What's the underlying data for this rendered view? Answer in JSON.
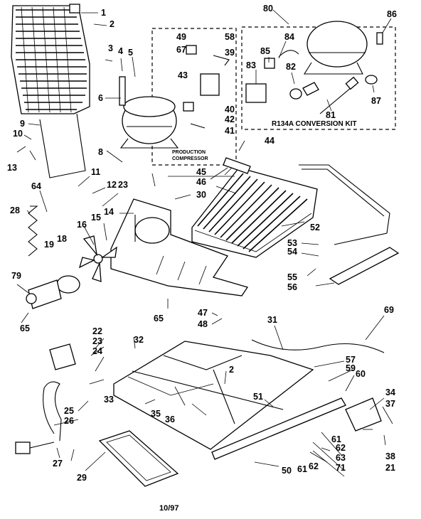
{
  "diagram": {
    "callouts": [
      "1",
      "2",
      "3",
      "4",
      "5",
      "6",
      "8",
      "9",
      "10",
      "11",
      "12",
      "13",
      "14",
      "15",
      "16",
      "18",
      "19",
      "2",
      "21",
      "22",
      "23",
      "23",
      "24",
      "25",
      "26",
      "27",
      "28",
      "29",
      "30",
      "31",
      "32",
      "33",
      "34",
      "35",
      "36",
      "37",
      "38",
      "39",
      "40",
      "41",
      "42",
      "43",
      "44",
      "45",
      "46",
      "47",
      "48",
      "49",
      "50",
      "51",
      "52",
      "53",
      "54",
      "55",
      "56",
      "57",
      "58",
      "59",
      "60",
      "61",
      "61",
      "62",
      "62",
      "63",
      "64",
      "65",
      "65",
      "67",
      "69",
      "71",
      "79",
      "80",
      "81",
      "82",
      "83",
      "84",
      "85",
      "86",
      "87"
    ],
    "production_compressor_label": [
      "PRODUCTION",
      "COMPRESSOR"
    ],
    "conversion_kit_label": "R134A  CONVERSION  KIT",
    "footer_code": "10/97"
  }
}
